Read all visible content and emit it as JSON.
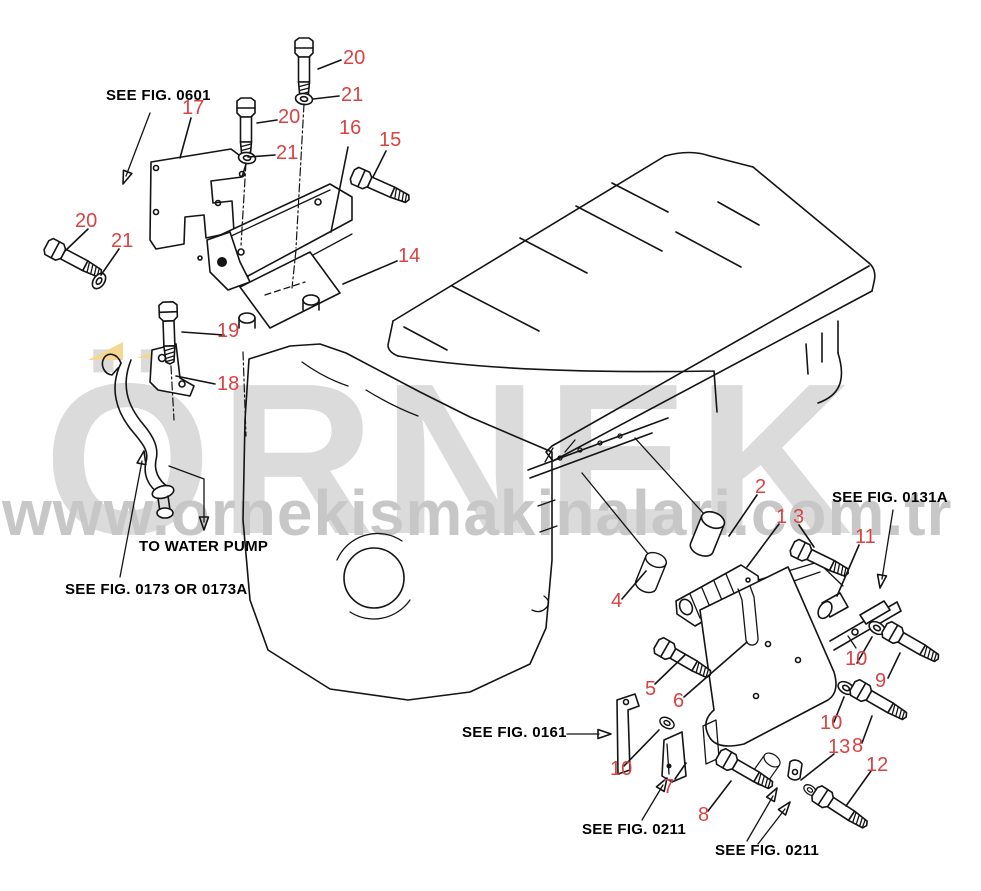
{
  "watermark": {
    "brand_text": "ÖRNEK",
    "url_text": "www.ornekismakinalari.com.tr",
    "brand_color": "#dbdbdb",
    "url_color": "#c7c7c7",
    "logo_triangle_color": "#f4d793"
  },
  "style": {
    "callout_color": "#d94343",
    "line_color": "#141414",
    "background": "#ffffff"
  },
  "notes": [
    {
      "text": "SEE FIG. 0601"
    },
    {
      "text": "TO WATER PUMP"
    },
    {
      "text": "SEE FIG. 0173 OR 0173A"
    },
    {
      "text": "SEE FIG. 0131A"
    },
    {
      "text": "SEE FIG. 0161"
    },
    {
      "text": "SEE FIG. 0211"
    },
    {
      "text": "SEE FIG. 0211"
    }
  ],
  "callouts": [
    {
      "label": "20"
    },
    {
      "label": "21"
    },
    {
      "label": "17"
    },
    {
      "label": "20"
    },
    {
      "label": "21"
    },
    {
      "label": "16"
    },
    {
      "label": "15"
    },
    {
      "label": "20"
    },
    {
      "label": "21"
    },
    {
      "label": "14"
    },
    {
      "label": "19"
    },
    {
      "label": "18"
    },
    {
      "label": "2"
    },
    {
      "label": "1"
    },
    {
      "label": "3"
    },
    {
      "label": "11"
    },
    {
      "label": "4"
    },
    {
      "label": "5"
    },
    {
      "label": "6"
    },
    {
      "label": "10"
    },
    {
      "label": "9"
    },
    {
      "label": "10"
    },
    {
      "label": "13"
    },
    {
      "label": "8"
    },
    {
      "label": "12"
    },
    {
      "label": "10"
    },
    {
      "label": "7"
    },
    {
      "label": "8"
    }
  ]
}
